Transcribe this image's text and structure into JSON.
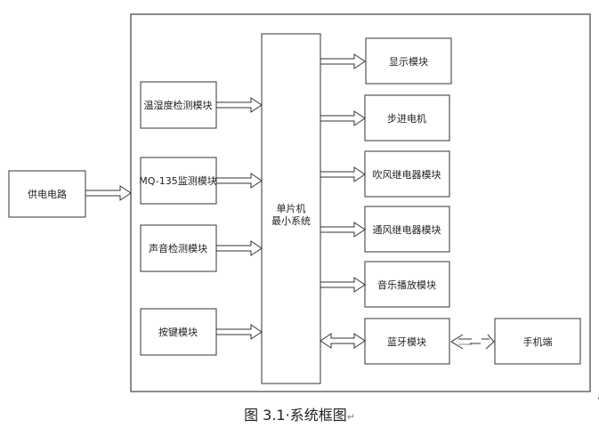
{
  "diagram": {
    "power": {
      "label": "供电电路"
    },
    "inputs": [
      {
        "id": "temp-humidity",
        "label": "温湿度检测模块"
      },
      {
        "id": "mq135",
        "label": "MQ-135监测模块"
      },
      {
        "id": "sound",
        "label": "声音检测模块"
      },
      {
        "id": "keys",
        "label": "按键模块"
      }
    ],
    "mcu": {
      "line1": "单片机",
      "line2": "最小系统"
    },
    "outputs": [
      {
        "id": "display",
        "label": "显示模块",
        "direction": "out"
      },
      {
        "id": "stepper",
        "label": "步进电机",
        "direction": "out"
      },
      {
        "id": "blow-relay",
        "label": "吹风继电器模块",
        "direction": "out"
      },
      {
        "id": "vent-relay",
        "label": "通风继电器模块",
        "direction": "out"
      },
      {
        "id": "music",
        "label": "音乐播放模块",
        "direction": "out"
      },
      {
        "id": "bluetooth",
        "label": "蓝牙模块",
        "direction": "bidirectional"
      }
    ],
    "phone": {
      "label": "手机端",
      "link": "wireless-dashed-bidirectional"
    }
  },
  "caption": {
    "text": "图 3.1·系统框图",
    "mark": "↵"
  }
}
